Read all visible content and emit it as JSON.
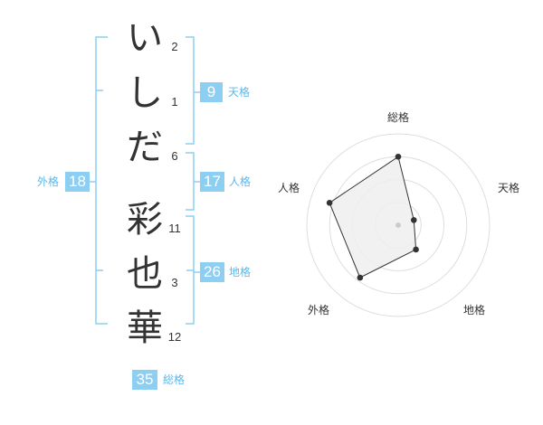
{
  "name_chars": [
    {
      "char": "い",
      "strokes": "2"
    },
    {
      "char": "し",
      "strokes": "1"
    },
    {
      "char": "だ",
      "strokes": "6"
    },
    {
      "char": "彩",
      "strokes": "11"
    },
    {
      "char": "也",
      "strokes": "3"
    },
    {
      "char": "華",
      "strokes": "12"
    }
  ],
  "kaku": {
    "tenkaku": {
      "value": "9",
      "label": "天格"
    },
    "jinkaku": {
      "value": "17",
      "label": "人格"
    },
    "chikaku": {
      "value": "26",
      "label": "地格"
    },
    "gaikaku": {
      "value": "18",
      "label": "外格"
    },
    "soukaku": {
      "value": "35",
      "label": "総格"
    }
  },
  "colors": {
    "accent": "#8ccff2",
    "accent_text": "#5bb8ea",
    "text": "#333333",
    "ring": "#dddddd",
    "polygon_fill": "#eeeeee"
  },
  "chart_data": {
    "type": "radar",
    "axes": [
      "総格",
      "天格",
      "地格",
      "外格",
      "人格"
    ],
    "values": [
      0.75,
      0.18,
      0.33,
      0.71,
      0.79
    ],
    "range": [
      0,
      1
    ],
    "rings": 4
  }
}
